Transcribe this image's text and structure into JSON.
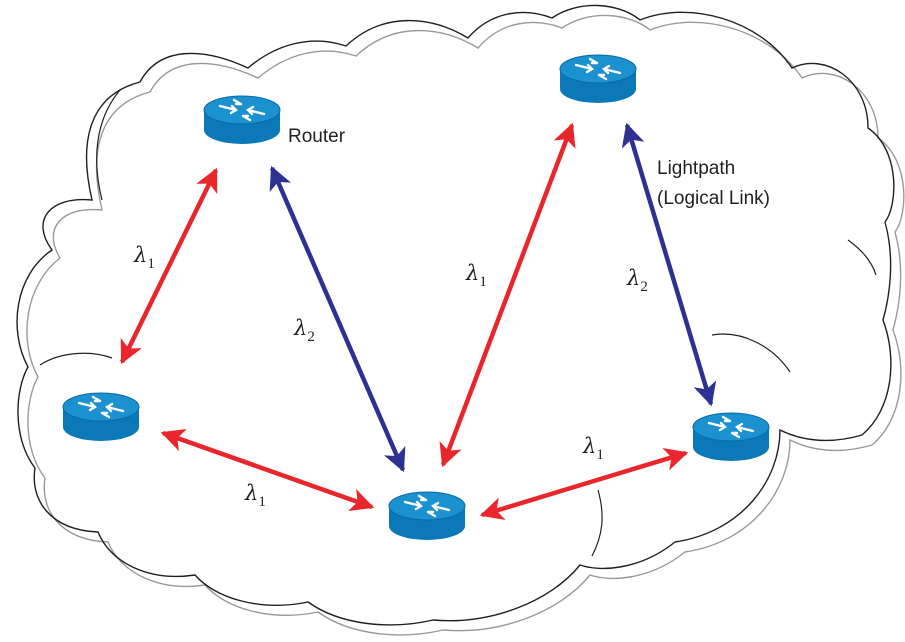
{
  "labels": {
    "router": "Router",
    "lightpath_line1": "Lightpath",
    "lightpath_line2": "(Logical Link)"
  },
  "wavelengths": [
    {
      "symbol": "λ",
      "sub": "1"
    },
    {
      "symbol": "λ",
      "sub": "2"
    },
    {
      "symbol": "λ",
      "sub": "1"
    },
    {
      "symbol": "λ",
      "sub": "2"
    },
    {
      "symbol": "λ",
      "sub": "1"
    },
    {
      "symbol": "λ",
      "sub": "1"
    }
  ],
  "colors": {
    "lambda1_link": "#e8262b",
    "lambda2_link": "#2e3192",
    "router_fill": "#0b78b8",
    "router_top": "#1b91d0",
    "cloud_outline": "#231f20",
    "cloud_shadow": "#9a9a9a"
  },
  "routers": [
    "router-top-left",
    "router-top-right",
    "router-left",
    "router-bottom-center",
    "router-right"
  ],
  "links": [
    {
      "from": "router-top-left",
      "to": "router-left",
      "wavelength": "λ1"
    },
    {
      "from": "router-top-left",
      "to": "router-bottom-center",
      "wavelength": "λ2"
    },
    {
      "from": "router-top-right",
      "to": "router-bottom-center",
      "wavelength": "λ1"
    },
    {
      "from": "router-top-right",
      "to": "router-right",
      "wavelength": "λ2"
    },
    {
      "from": "router-left",
      "to": "router-bottom-center",
      "wavelength": "λ1"
    },
    {
      "from": "router-bottom-center",
      "to": "router-right",
      "wavelength": "λ1"
    }
  ]
}
